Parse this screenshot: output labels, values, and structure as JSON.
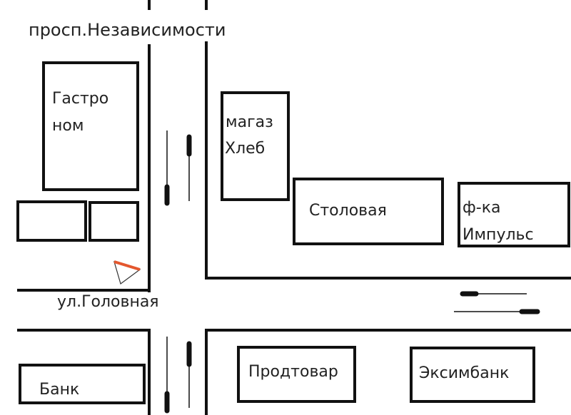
{
  "streets": {
    "avenue": "просп.Независимости",
    "street": "ул.Головная"
  },
  "buildings": {
    "gastronom": [
      "Гастро",
      "ном"
    ],
    "bread_shop": [
      "магаз",
      "Хлеб"
    ],
    "canteen": "Столовая",
    "factory": [
      "ф-ка",
      "Импульс"
    ],
    "bank": "Банк",
    "prodtovar": "Продтовар",
    "eximbank": "Эксимбанк"
  },
  "colors": {
    "marker_accent": "#e4572e",
    "lines": "#111111"
  },
  "marker": {
    "icon": "viewpoint-triangle-icon"
  }
}
